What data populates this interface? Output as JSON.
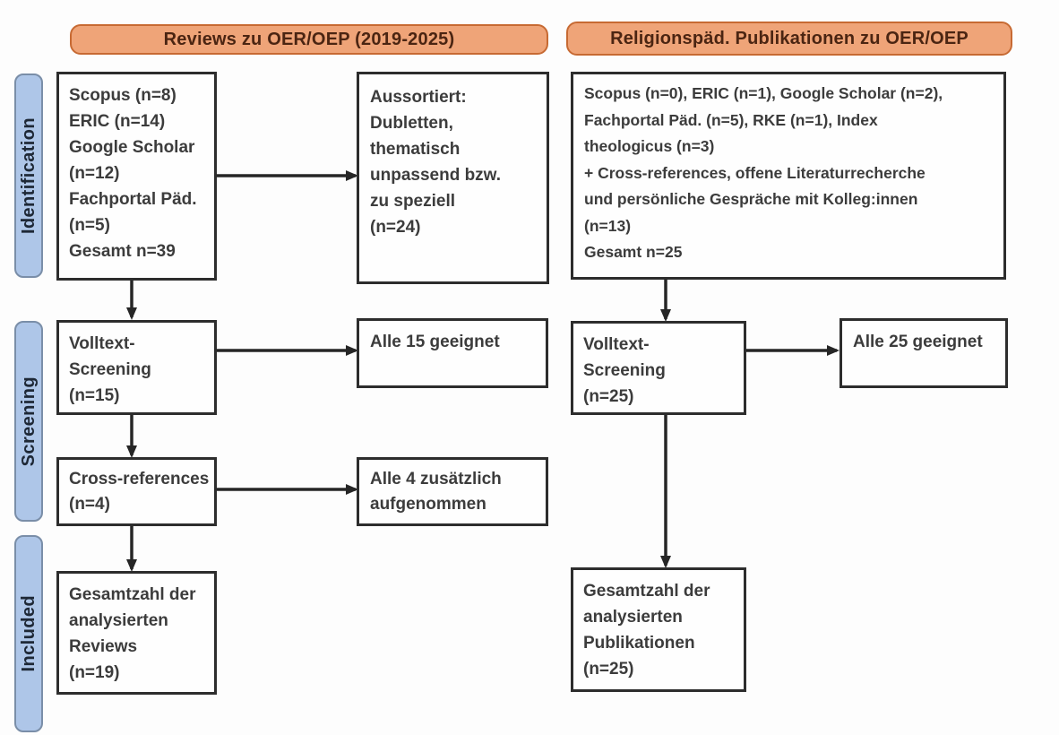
{
  "figure": {
    "type": "prisma-flow-diagram",
    "headers": {
      "left": "Reviews zu OER/OEP (2019-2025)",
      "right": "Religionspäd. Publikationen zu OER/OEP"
    },
    "stages": [
      {
        "label": "Identification"
      },
      {
        "label": "Screening"
      },
      {
        "label": "Included"
      }
    ],
    "left_column": {
      "identification_sources": "Scopus (n=8)\nERIC (n=14)\nGoogle Scholar\n(n=12)\nFachportal Päd.\n(n=5)\nGesamt n=39",
      "excluded": "Aussortiert:\nDubletten,\nthematisch\nunpassend bzw.\nzu speziell\n(n=24)",
      "fulltext_screening": "Volltext-\nScreening\n(n=15)",
      "fulltext_result": "Alle 15 geeignet",
      "cross_references": "Cross-references\n(n=4)",
      "cross_references_result": "Alle 4 zusätzlich\naufgenommen",
      "included_total": "Gesamtzahl der\nanalysierten\nReviews\n(n=19)"
    },
    "right_column": {
      "identification_sources": "Scopus (n=0), ERIC (n=1), Google Scholar (n=2),\nFachportal Päd. (n=5), RKE (n=1), Index\ntheologicus (n=3)\n+ Cross-references, offene Literaturrecherche\nund persönliche Gespräche mit Kolleg:innen\n(n=13)\nGesamt n=25",
      "fulltext_screening": "Volltext-\nScreening\n(n=25)",
      "fulltext_result": "Alle 25 geeignet",
      "included_total": "Gesamtzahl der\nanalysierten\nPublikationen\n(n=25)"
    },
    "arrows": [
      {
        "from": "left-identification-sources",
        "to": "left-excluded"
      },
      {
        "from": "left-identification-sources",
        "to": "left-fulltext-screening"
      },
      {
        "from": "left-fulltext-screening",
        "to": "left-fulltext-result"
      },
      {
        "from": "left-fulltext-screening",
        "to": "left-cross-references"
      },
      {
        "from": "left-cross-references",
        "to": "left-cross-references-result"
      },
      {
        "from": "left-cross-references",
        "to": "left-included-total"
      },
      {
        "from": "right-identification-sources",
        "to": "right-fulltext-screening"
      },
      {
        "from": "right-fulltext-screening",
        "to": "right-fulltext-result"
      },
      {
        "from": "right-fulltext-screening",
        "to": "right-included-total"
      }
    ],
    "palette": {
      "header_fill": "#EFA478",
      "header_border": "#C76A33",
      "header_text": "#4B2512",
      "stage_fill": "#AEC6E8",
      "stage_border": "#7A8EA8",
      "stage_text": "#1E2836",
      "box_border": "#2D2D2D",
      "box_text": "#3C3C3C",
      "arrow": "#262626",
      "background": "#FDFDFD"
    }
  }
}
